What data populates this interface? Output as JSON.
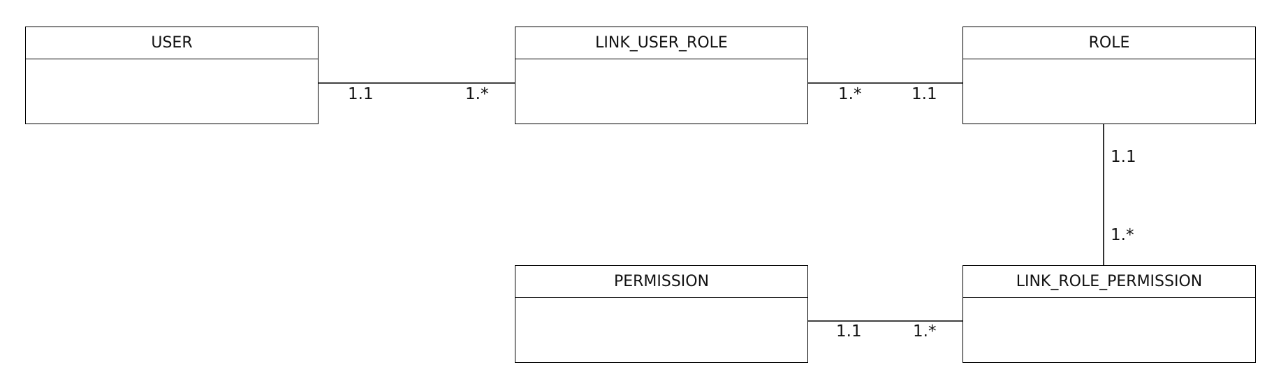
{
  "entities": {
    "user": {
      "name": "USER"
    },
    "link_user_role": {
      "name": "LINK_USER_ROLE"
    },
    "role": {
      "name": "ROLE"
    },
    "permission": {
      "name": "PERMISSION"
    },
    "link_role_permission": {
      "name": "LINK_ROLE_PERMISSION"
    }
  },
  "relations": {
    "user_link_user_role": {
      "from_mult": "1.1",
      "to_mult": "1.*"
    },
    "link_user_role_role": {
      "from_mult": "1.*",
      "to_mult": "1.1"
    },
    "role_link_role_permission": {
      "from_mult": "1.1",
      "to_mult": "1.*"
    },
    "permission_link_role_permission": {
      "from_mult": "1.1",
      "to_mult": "1.*"
    }
  }
}
